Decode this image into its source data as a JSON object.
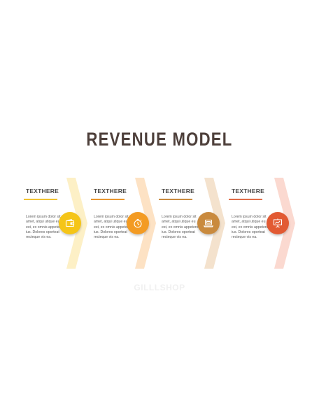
{
  "title": "REVENUE MODEL",
  "watermark": "GILLLSHOP",
  "steps": [
    {
      "heading": "TEXTHERE",
      "body": "Lorem ipsum dolor sit amet, atqui utique eu est, ex omnis appetere ius. Dolores oporteat recteque vis ea.",
      "accent": "#f5c518",
      "chevron": "#fdf0c6",
      "rule": "#f1c232",
      "icon": "wallet-icon"
    },
    {
      "heading": "TEXTHERE",
      "body": "Lorem ipsum dolor sit amet, atqui utique eu est, ex omnis appetere ius. Dolores oporteat recteque vis ea.",
      "accent": "#f39b23",
      "chevron": "#fde2c4",
      "rule": "#e9962f",
      "icon": "stopwatch-icon"
    },
    {
      "heading": "TEXTHERE",
      "body": "Lorem ipsum dolor sit amet, atqui utique eu est, ex omnis appetere ius. Dolores oporteat recteque vis ea.",
      "accent": "#c98a3e",
      "chevron": "#f4e2cd",
      "rule": "#c98a3e",
      "icon": "laptop-icon"
    },
    {
      "heading": "TEXTHERE",
      "body": "Lorem ipsum dolor sit amet, atqui utique eu est, ex omnis appetere ius. Dolores oporteat recteque vis ea.",
      "accent": "#e25a33",
      "chevron": "#fbd9d0",
      "rule": "#e06c47",
      "icon": "presentation-board-icon"
    }
  ]
}
